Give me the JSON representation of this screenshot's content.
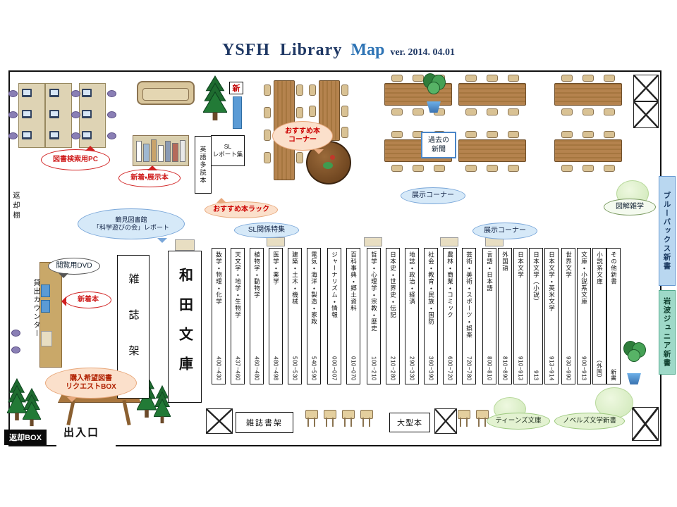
{
  "title": {
    "school": "YSFH  Library",
    "map_word": "Map",
    "version": "ver. 2014. 04.01"
  },
  "areas": {
    "return_shelf": "返却棚",
    "lending_counter": "貸出カウンター",
    "bluebacks": "ブルーバックス新書",
    "iwanami_junior": "岩波ジュニア新書",
    "return_box": "返却BOX",
    "entrance": "出入口",
    "magazine_stack": "雑誌書架",
    "large_books": "大型本",
    "magazine_rack": "雑誌架",
    "wada_bunko": "和田文庫",
    "english_books": "英語多読本",
    "sl_report_line1": "SL",
    "sl_report_line2": "レポート集",
    "new_label": "新"
  },
  "callouts": {
    "search_pc": "図書検索用PC",
    "new_display_books": "新着・展示本",
    "recommended_corner_line1": "おすすめ本",
    "recommended_corner_line2": "コーナー",
    "tsurumi_line1": "鶴見図書館",
    "tsurumi_line2": "「科学遊びの会」レポート",
    "recommended_rack": "おすすめ本ラック",
    "sl_feature": "SL関係特集",
    "display_corner_top": "展示コーナー",
    "display_corner_mid": "展示コーナー",
    "zukai_zatsugaku": "図解雑学",
    "viewing_dvd": "閲覧用DVD",
    "new_books": "新着本",
    "request_line1": "購入希望図書",
    "request_line2": "リクエストBOX",
    "past_news_line1": "過去の",
    "past_news_line2": "新聞",
    "teens_bunko": "ティーンズ文庫",
    "novels_shinsho": "ノベルズ文学新書"
  },
  "shelves": [
    {
      "label": "数学・物理・化学",
      "range": "400~430"
    },
    {
      "label": "天文学・地学・生物学",
      "range": "437~460"
    },
    {
      "label": "植物学・動物学",
      "range": "460~480"
    },
    {
      "label": "医学・薬学",
      "range": "480~498"
    },
    {
      "label": "建築・土木・機械",
      "range": "500~530"
    },
    {
      "label": "電気・海洋・製造・家政",
      "range": "540~590"
    },
    {
      "label": "ジャーナリズム・情報",
      "range": "000~007"
    },
    {
      "label": "百科事典・郷土資料",
      "range": "010~070"
    },
    {
      "label": "哲学・心理学・宗教・歴史",
      "range": "100~210"
    },
    {
      "label": "日本史・世界史・伝記",
      "range": "210~280"
    },
    {
      "label": "地誌・政治・経済",
      "range": "290~330"
    },
    {
      "label": "社会・教育・民族・国防",
      "range": "360~390"
    },
    {
      "label": "農林・商業・コミック",
      "range": "600~720"
    },
    {
      "label": "芸術・美術・スポーツ・娯楽",
      "range": "720~780"
    },
    {
      "label": "言語・日本語",
      "range": "800~810"
    },
    {
      "label": "外国語",
      "range": "810~890"
    },
    {
      "label": "日本文学",
      "range": "910~913"
    },
    {
      "label": "日本文学（小説）",
      "range": "913"
    },
    {
      "label": "日本文学・英米文学",
      "range": "913~914"
    },
    {
      "label": "世界文学",
      "range": "930~990"
    },
    {
      "label": "文庫・小説系文庫",
      "range": "900~913"
    },
    {
      "label": "小説系文庫",
      "range": "（外国）"
    },
    {
      "label": "その他新書",
      "range": "新書"
    }
  ]
}
